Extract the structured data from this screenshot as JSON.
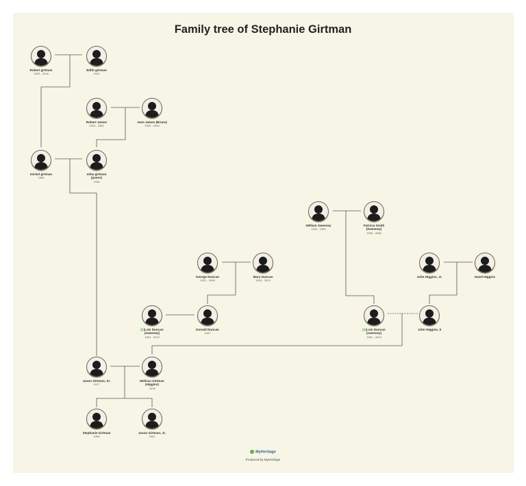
{
  "title": "Family tree of Stephanie Girtman",
  "colors": {
    "background": "#f6f5e6",
    "line": "#555555",
    "marker": "#3aa12e"
  },
  "people": {
    "robert_girtman": {
      "name": "Robert girtman",
      "years": "1920 - 2016"
    },
    "edith_girtman": {
      "name": "Edith girtman",
      "years": "1921"
    },
    "robert_james": {
      "name": "Robert James",
      "years": "1923 - 1981"
    },
    "jean_james": {
      "name": "Jean James (Bruns)",
      "years": "1923 - 2016"
    },
    "mickel_girtman": {
      "name": "mickel girtman",
      "years": "1950"
    },
    "edna_girtman": {
      "name": "edna girtman (james)",
      "years": "1926"
    },
    "william_sweeney": {
      "name": "William Sweeney",
      "years": "1926 - 1990"
    },
    "patricia_smith": {
      "name": "Patricia Smith (Sweeney)",
      "years": "1934 - 2008"
    },
    "george_duncan": {
      "name": "George Duncan",
      "years": "1921 - 1999"
    },
    "mary_duncan": {
      "name": "Mary Duncan",
      "years": "1924 - 2013"
    },
    "john_higgins_jr": {
      "name": "John Higgins, Jr.",
      "years": ""
    },
    "hazel_higgins": {
      "name": "Hazel Higgins",
      "years": ""
    },
    "lois_duncan_left": {
      "marker": "[1]",
      "name": "Lois Duncan (sweeney)",
      "years": "1961 - 2013"
    },
    "donald_duncan": {
      "name": "Donald Duncan",
      "years": "1947"
    },
    "lois_duncan_right": {
      "marker": "[1]",
      "name": "Lois Duncan (sweeney)",
      "years": "1961 - 2013"
    },
    "john_higgins_ii": {
      "name": "John Higgins, II",
      "years": ""
    },
    "jason_girtman_sr": {
      "name": "Jason Girtman, Sr.",
      "years": "1977"
    },
    "melissa_girtman": {
      "name": "Melissa Girtman (Higgins)",
      "years": "1978"
    },
    "stephanie_girtman": {
      "name": "Stephanie Girtman",
      "years": "1996"
    },
    "jason_girtman_jr": {
      "name": "Jason Girtman, Jr.",
      "years": "2002"
    }
  },
  "footer": {
    "logo": "MyHeritage",
    "produced_by": "Produced by MyHeritage"
  }
}
